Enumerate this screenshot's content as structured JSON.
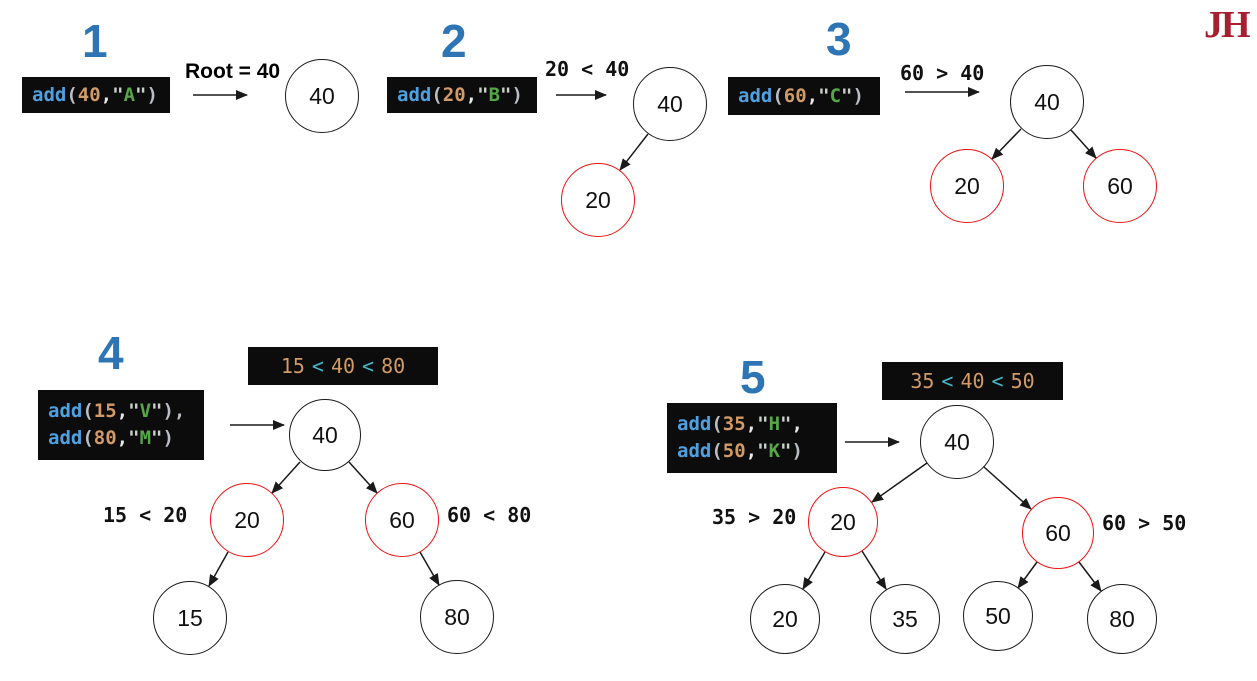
{
  "logo": {
    "text": "JH"
  },
  "colors": {
    "step_number_blue": "#2E75B6",
    "code_background": "#0C0C0C",
    "keyword_blue": "#4FA0E0",
    "number_orange": "#D19A66",
    "string_green": "#57A64A",
    "operator_cyan": "#45B8C8",
    "node_stroke_black": "#1A1A1A",
    "node_stroke_red": "#EE1111",
    "logo_red": "#A81E2E"
  },
  "steps": [
    {
      "number": "1",
      "code": [
        {
          "kw": "add",
          "open": "(",
          "num": "40",
          "comma": ",",
          "q1": "\"",
          "ch": "A",
          "q2": "\"",
          "close": ")"
        }
      ],
      "arrow_label": "Root = 40",
      "nodes": [
        {
          "value": "40"
        }
      ]
    },
    {
      "number": "2",
      "code": [
        {
          "kw": "add",
          "open": "(",
          "num": "20",
          "comma": ",",
          "q1": "\"",
          "ch": "B",
          "q2": "\"",
          "close": ")"
        }
      ],
      "arrow_label": "20 < 40",
      "nodes": [
        {
          "value": "40"
        },
        {
          "value": "20"
        }
      ]
    },
    {
      "number": "3",
      "code": [
        {
          "kw": "add",
          "open": "(",
          "num": "60",
          "comma": ",",
          "q1": "\"",
          "ch": "C",
          "q2": "\"",
          "close": ")"
        }
      ],
      "arrow_label": "60 > 40",
      "nodes": [
        {
          "value": "40"
        },
        {
          "value": "20"
        },
        {
          "value": "60"
        }
      ]
    },
    {
      "number": "4",
      "code": [
        {
          "kw": "add",
          "open": "(",
          "num": "15",
          "comma": ",",
          "q1": "\"",
          "ch": "V",
          "q2": "\"",
          "close": "),"
        },
        {
          "kw": "add",
          "open": "(",
          "num": "80",
          "comma": ",",
          "q1": "\"",
          "ch": "M",
          "q2": "\"",
          "close": ")"
        }
      ],
      "condition": {
        "n1": "15",
        "op1": "<",
        "n2": "40",
        "op2": "<",
        "n3": "80"
      },
      "side_labels": [
        "15 < 20",
        "60 < 80"
      ],
      "nodes": [
        {
          "value": "40"
        },
        {
          "value": "20"
        },
        {
          "value": "60"
        },
        {
          "value": "15"
        },
        {
          "value": "80"
        }
      ]
    },
    {
      "number": "5",
      "code": [
        {
          "kw": "add",
          "open": "(",
          "num": "35",
          "comma": ",",
          "q1": "\"",
          "ch": "H",
          "q2": "\"",
          "close": ","
        },
        {
          "kw": "add",
          "open": "(",
          "num": "50",
          "comma": ",",
          "q1": "\"",
          "ch": "K",
          "q2": "\"",
          "close": ")"
        }
      ],
      "condition": {
        "n1": "35",
        "op1": "<",
        "n2": "40",
        "op2": "<",
        "n3": "50"
      },
      "side_labels": [
        "35 > 20",
        "60 > 50"
      ],
      "nodes": [
        {
          "value": "40"
        },
        {
          "value": "20"
        },
        {
          "value": "60"
        },
        {
          "value": "20"
        },
        {
          "value": "35"
        },
        {
          "value": "50"
        },
        {
          "value": "80"
        }
      ]
    }
  ]
}
